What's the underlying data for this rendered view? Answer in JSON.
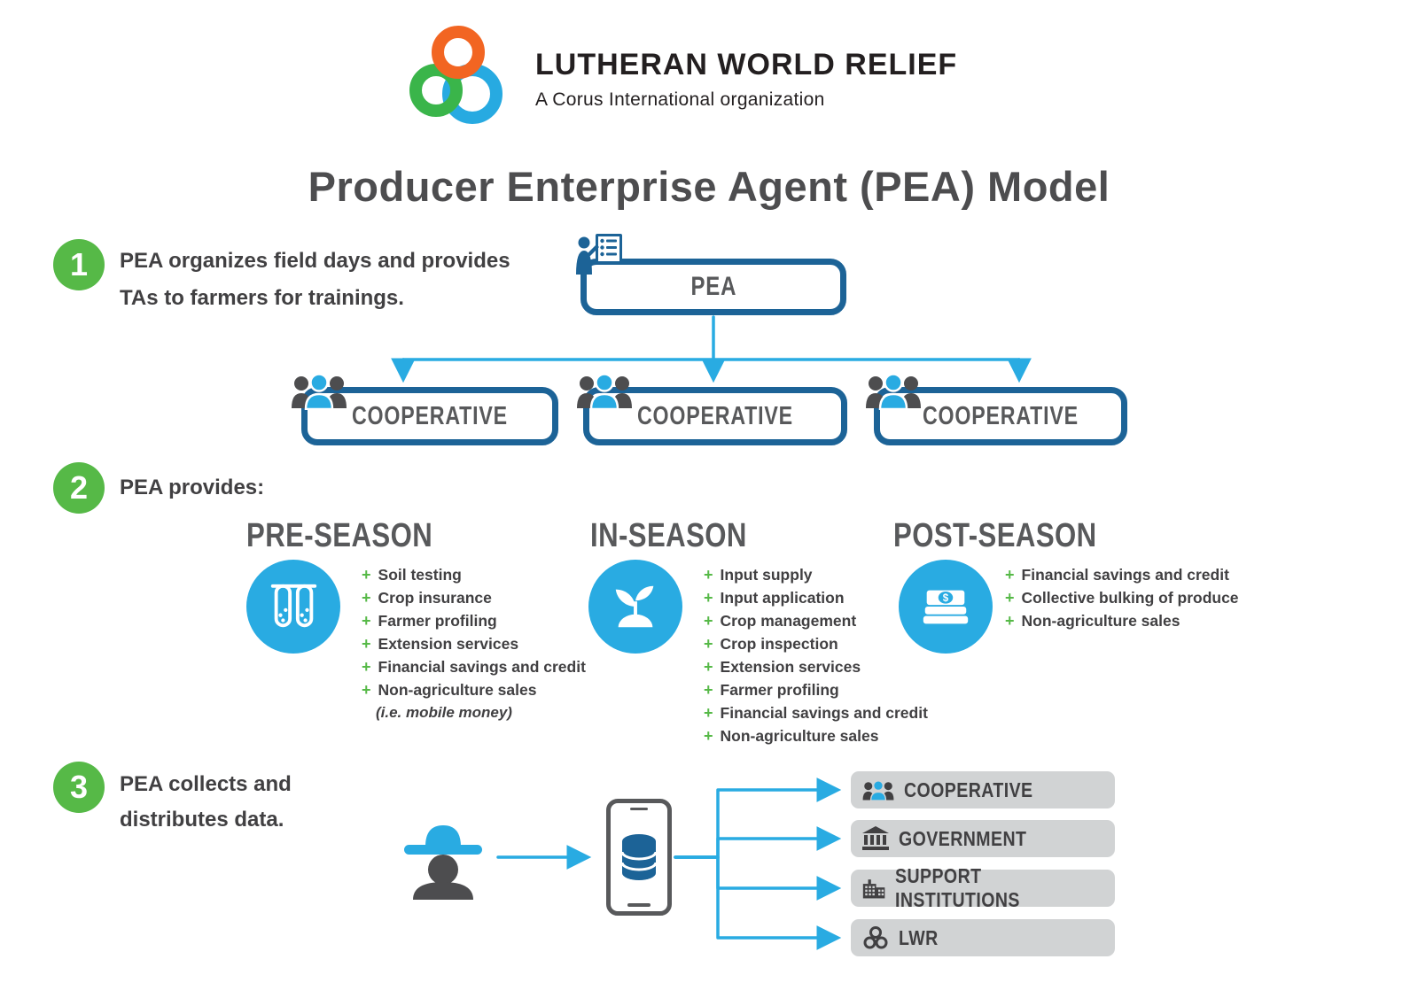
{
  "header": {
    "org_name": "LUTHERAN WORLD RELIEF",
    "org_subtitle": "A Corus International organization",
    "title": "Producer Enterprise Agent (PEA) Model"
  },
  "colors": {
    "step_green": "#56B947",
    "flow_border_blue": "#1C6397",
    "connector_light_blue": "#29ABE2",
    "text_dark_gray": "#414042",
    "target_box_gray": "#D1D3D4",
    "logo_orange": "#F26522",
    "logo_green": "#3AB54A",
    "logo_blue": "#27AAE1"
  },
  "step1": {
    "number": "1",
    "text_line1": "PEA organizes field days and provides",
    "text_line2": "TAs to farmers for trainings.",
    "pea_label": "PEA",
    "pea_icon": "presentation-icon",
    "coops": [
      {
        "label": "COOPERATIVE",
        "icon": "people-group-icon"
      },
      {
        "label": "COOPERATIVE",
        "icon": "people-group-icon"
      },
      {
        "label": "COOPERATIVE",
        "icon": "people-group-icon"
      }
    ]
  },
  "step2": {
    "number": "2",
    "text": "PEA provides:",
    "bullet": "+",
    "columns": [
      {
        "heading": "PRE-SEASON",
        "icon": "test-tubes-icon",
        "items": [
          "Soil testing",
          "Crop insurance",
          "Farmer profiling",
          "Extension services",
          "Financial savings and credit",
          "Non-agriculture sales"
        ],
        "note": "(i.e. mobile money)"
      },
      {
        "heading": "IN-SEASON",
        "icon": "sprout-icon",
        "items": [
          "Input supply",
          "Input application",
          "Crop management",
          "Crop inspection",
          "Extension services",
          "Farmer profiling",
          "Financial savings and credit",
          "Non-agriculture sales"
        ]
      },
      {
        "heading": "POST-SEASON",
        "icon": "money-stack-icon",
        "items": [
          "Financial savings and credit",
          "Collective bulking of produce",
          "Non-agriculture sales"
        ]
      }
    ]
  },
  "step3": {
    "number": "3",
    "text_line1": "PEA collects and",
    "text_line2": "distributes data.",
    "farmer_icon": "farmer-icon",
    "phone_icon": "smartphone-database-icon",
    "targets": [
      {
        "label": "COOPERATIVE",
        "icon": "people-group-icon"
      },
      {
        "label": "GOVERNMENT",
        "icon": "bank-icon"
      },
      {
        "label": "SUPPORT INSTITUTIONS",
        "icon": "building-icon"
      },
      {
        "label": "LWR",
        "icon": "lwr-circles-icon"
      }
    ]
  }
}
